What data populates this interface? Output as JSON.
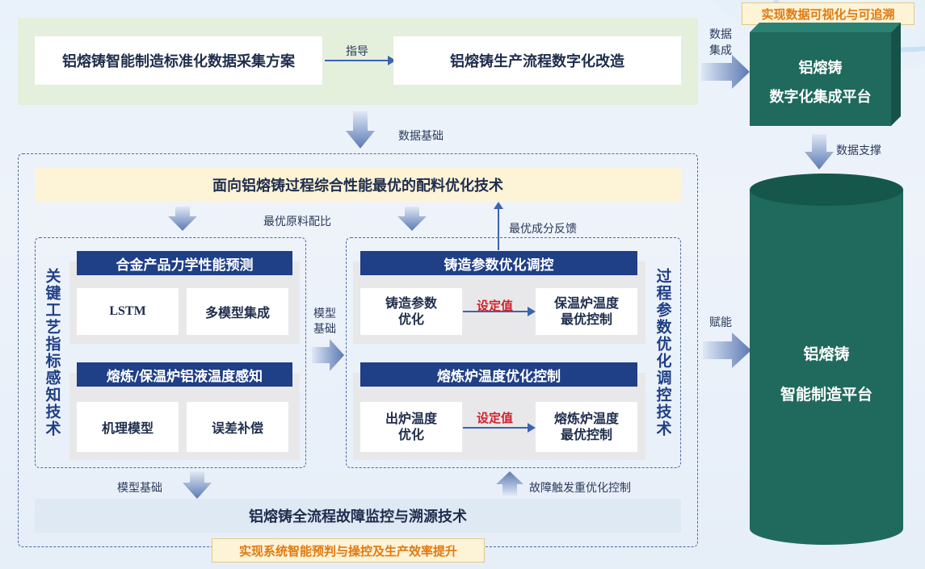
{
  "top_panel": {
    "left_box": "铝熔铸智能制造标准化数据采集方案",
    "arrow_label": "指导",
    "right_box": "铝熔铸生产流程数字化改造"
  },
  "data_integration_label": "数据\n集成",
  "digital_platform": {
    "header": "实现数据可视化与可追溯",
    "line1": "铝熔铸",
    "line2": "数字化集成平台"
  },
  "data_foundation_label": "数据基础",
  "data_support_label": "数据支撑",
  "batching_bar": "面向铝熔铸过程综合性能最优的配料优化技术",
  "optimal_ratio_label": "最优原料配比",
  "optimal_feedback_label": "最优成分反馈",
  "left_group": {
    "vertical_title": "关键工艺指标感知技术",
    "section1_title": "合金产品力学性能预测",
    "section1_items": [
      "LSTM",
      "多模型集成"
    ],
    "section2_title": "熔炼/保温炉铝液温度感知",
    "section2_items": [
      "机理模型",
      "误差补偿"
    ]
  },
  "model_basis_mid_label": "模型\n基础",
  "right_group": {
    "vertical_title": "过程参数优化调控技术",
    "section1_title": "铸造参数优化调控",
    "section1_left": "铸造参数\n优化",
    "section1_arrow": "设定值",
    "section1_right": "保温炉温度\n最优控制",
    "section2_title": "熔炼炉温度优化控制",
    "section2_left": "出炉温度\n优化",
    "section2_arrow": "设定值",
    "section2_right": "熔炼炉温度\n最优控制"
  },
  "empower_label": "赋能",
  "model_basis_bottom_label": "模型基础",
  "fault_trigger_label": "故障触发重优化控制",
  "fault_bar": "铝熔铸全流程故障监控与溯源技术",
  "bottom_banner": "实现系统智能预判与操控及生产效率提升",
  "smart_platform": {
    "line1": "铝熔铸",
    "line2": "智能制造平台"
  },
  "colors": {
    "navy": "#1f3f86",
    "teal": "#1f6a5c",
    "teal_dark": "#165247",
    "cream": "#fdf3d6",
    "light_green": "#e6f1df",
    "red": "#d0202a",
    "orange": "#e07a10"
  }
}
